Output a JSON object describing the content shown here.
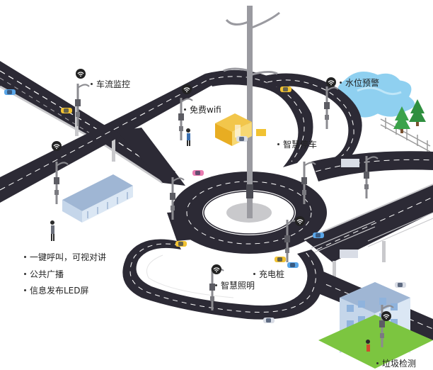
{
  "labels": {
    "traffic_monitoring": "车流监控",
    "free_wifi": "免费wifi",
    "water_level_warning": "水位预警",
    "smart_parking": "智慧停车",
    "one_key_call": "一键呼叫，可视对讲",
    "public_broadcast": "公共广播",
    "info_led_screen": "信息发布LED屏",
    "charging_pile": "充电桩",
    "smart_lighting": "智慧照明",
    "garbage_detection": "垃圾检测"
  },
  "colors": {
    "road": "#2c2a35",
    "road_edge": "#c9c9cc",
    "lane_mark": "#ffffff",
    "pole": "#8b8b90",
    "wifi_badge": "#222222",
    "water": "#8fd0f0",
    "tree": "#3ba24a",
    "grass": "#7cc540",
    "building_wall": "#dbe7f4",
    "building_roof": "#9fb6d4"
  },
  "icons": [
    "wifi-icon",
    "smart-lamp-pole",
    "central-tower"
  ]
}
